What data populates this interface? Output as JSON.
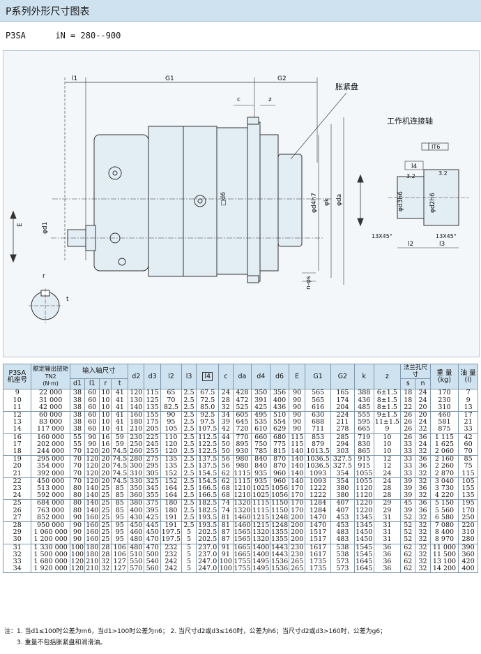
{
  "header": {
    "title": "P系列外形尺寸图表"
  },
  "series": {
    "model": "P3SA",
    "ratio": "iN = 280--900"
  },
  "drawing": {
    "dims": {
      "l1": "l1",
      "G1": "G1",
      "G2": "G2",
      "c": "c",
      "z": "z",
      "E": "E",
      "d1": "φd1",
      "d6": "□d6",
      "d4h7": "φd4h7",
      "k": "φk",
      "da": "φda",
      "ns": "n-φs",
      "r": "r",
      "t": "t"
    },
    "labels": {
      "disc": "胀紧盘",
      "shaft": "工作机连接轴"
    },
    "shaft": {
      "it6": "IT6",
      "l4": "l4",
      "r32a": "3.2",
      "r32b": "3.2",
      "d3h6": "φd3h6",
      "d2h6": "φd2h6",
      "ch1": "13X45°",
      "ch2": "13X45°",
      "l2": "l2",
      "l3": "l3"
    }
  },
  "table": {
    "headers": {
      "model": "P3SA",
      "model_sub": "机座号",
      "torque": "额定输出扭矩",
      "tn": "TN2",
      "tn_unit": "(N·m)",
      "input": "输入轴尺寸",
      "d1": "d1",
      "l1": "l1",
      "r": "r",
      "t": "t",
      "d2": "d2",
      "d3": "d3",
      "l2": "l2",
      "l3": "l3",
      "l4": "l4",
      "c": "c",
      "da": "da",
      "d4": "d4",
      "d6": "d6",
      "E": "E",
      "G1": "G1",
      "G2": "G2",
      "k": "k",
      "z": "z",
      "flange": "法兰孔尺寸",
      "s": "s",
      "n": "n",
      "weight": "重 量",
      "weight_unit": "(kg)",
      "oil": "油 量",
      "oil_unit": "(l)"
    },
    "groups": [
      {
        "rows": [
          [
            "9",
            "22 000",
            "38",
            "60",
            "10",
            "41",
            "120",
            "115",
            "65",
            "2.5",
            "67.5",
            "24",
            "428",
            "350",
            "356",
            "90",
            "565",
            "165",
            "388",
            "6±1.5",
            "18",
            "24",
            "170",
            "7"
          ],
          [
            "10",
            "31 000",
            "38",
            "60",
            "10",
            "41",
            "130",
            "125",
            "70",
            "2.5",
            "72.5",
            "28",
            "472",
            "391",
            "400",
            "90",
            "565",
            "174",
            "436",
            "8±1.5",
            "18",
            "24",
            "230",
            "9"
          ],
          [
            "11",
            "42 000",
            "38",
            "60",
            "10",
            "41",
            "140",
            "135",
            "82.5",
            "2.5",
            "85.0",
            "32",
            "525",
            "425",
            "436",
            "90",
            "616",
            "204",
            "485",
            "8±1.5",
            "22",
            "20",
            "310",
            "13"
          ]
        ]
      },
      {
        "rows": [
          [
            "12",
            "60 000",
            "38",
            "60",
            "10",
            "41",
            "160",
            "155",
            "90",
            "2.5",
            "92.5",
            "34",
            "605",
            "495",
            "510",
            "90",
            "630",
            "224",
            "555",
            "9±1.5",
            "26",
            "20",
            "460",
            "17"
          ],
          [
            "13",
            "83 000",
            "38",
            "60",
            "10",
            "41",
            "180",
            "175",
            "95",
            "2.5",
            "97.5",
            "39",
            "645",
            "535",
            "554",
            "90",
            "688",
            "211",
            "595",
            "11±1.5",
            "26",
            "24",
            "581",
            "21"
          ],
          [
            "14",
            "117 000",
            "38",
            "60",
            "10",
            "41",
            "210",
            "205",
            "105",
            "2.5",
            "107.5",
            "42",
            "720",
            "610",
            "629",
            "90",
            "711",
            "278",
            "665",
            "9",
            "26",
            "32",
            "875",
            "33"
          ]
        ]
      },
      {
        "rows": [
          [
            "16",
            "160 000",
            "55",
            "90",
            "16",
            "59",
            "230",
            "225",
            "110",
            "2.5",
            "112.5",
            "44",
            "770",
            "660",
            "680",
            "115",
            "853",
            "285",
            "719",
            "10",
            "26",
            "36",
            "1 115",
            "42"
          ],
          [
            "17",
            "202 000",
            "55",
            "90",
            "16",
            "59",
            "250",
            "245",
            "120",
            "2.5",
            "122.5",
            "50",
            "895",
            "750",
            "775",
            "115",
            "879",
            "294",
            "830",
            "10",
            "33",
            "24",
            "1 625",
            "60"
          ],
          [
            "18",
            "244 000",
            "70",
            "120",
            "20",
            "74.5",
            "260",
            "255",
            "120",
            "2.5",
            "122.5",
            "50",
            "930",
            "785",
            "815",
            "140",
            "1013.5",
            "303",
            "865",
            "10",
            "33",
            "32",
            "2 060",
            "70"
          ]
        ]
      },
      {
        "rows": [
          [
            "19",
            "295 000",
            "70",
            "120",
            "20",
            "74.5",
            "280",
            "275",
            "135",
            "2.5",
            "137.5",
            "56",
            "980",
            "840",
            "870",
            "140",
            "1036.5",
            "327.5",
            "915",
            "12",
            "33",
            "36",
            "2 160",
            "85"
          ],
          [
            "20",
            "354 000",
            "70",
            "120",
            "20",
            "74.5",
            "300",
            "295",
            "135",
            "2.5",
            "137.5",
            "56",
            "980",
            "840",
            "870",
            "140",
            "1036.5",
            "327.5",
            "915",
            "12",
            "33",
            "36",
            "2 260",
            "75"
          ],
          [
            "21",
            "392 000",
            "70",
            "120",
            "20",
            "74.5",
            "310",
            "305",
            "152",
            "2.5",
            "154.5",
            "62",
            "1115",
            "935",
            "960",
            "140",
            "1093",
            "354",
            "1055",
            "24",
            "33",
            "32",
            "2 870",
            "115"
          ]
        ]
      },
      {
        "rows": [
          [
            "22",
            "450 000",
            "70",
            "120",
            "20",
            "74.5",
            "330",
            "325",
            "152",
            "2.5",
            "154.5",
            "62",
            "1115",
            "935",
            "960",
            "140",
            "1093",
            "354",
            "1055",
            "24",
            "39",
            "32",
            "3 040",
            "105"
          ],
          [
            "23",
            "513 000",
            "80",
            "140",
            "25",
            "85",
            "350",
            "345",
            "164",
            "2.5",
            "166.5",
            "68",
            "1210",
            "1025",
            "1056",
            "170",
            "1222",
            "380",
            "1120",
            "28",
            "39",
            "36",
            "3 730",
            "155"
          ],
          [
            "24",
            "592 000",
            "80",
            "140",
            "25",
            "85",
            "360",
            "355",
            "164",
            "2.5",
            "166.5",
            "68",
            "1210",
            "1025",
            "1056",
            "170",
            "1222",
            "380",
            "1120",
            "28",
            "39",
            "32",
            "4 220",
            "135"
          ]
        ]
      },
      {
        "rows": [
          [
            "25",
            "684 000",
            "80",
            "140",
            "25",
            "85",
            "380",
            "375",
            "180",
            "2.5",
            "182.5",
            "74",
            "1320",
            "1115",
            "1150",
            "170",
            "1284",
            "407",
            "1220",
            "29",
            "45",
            "36",
            "5 150",
            "195"
          ],
          [
            "26",
            "763 000",
            "80",
            "140",
            "25",
            "85",
            "400",
            "395",
            "180",
            "2.5",
            "182.5",
            "74",
            "1320",
            "1115",
            "1150",
            "170",
            "1284",
            "407",
            "1220",
            "29",
            "39",
            "36",
            "5 560",
            "170"
          ],
          [
            "27",
            "852 000",
            "90",
            "160",
            "25",
            "95",
            "430",
            "425",
            "191",
            "2.5",
            "193.5",
            "81",
            "1460",
            "1215",
            "1248",
            "200",
            "1470",
            "453",
            "1345",
            "31",
            "52",
            "32",
            "6 580",
            "250"
          ]
        ]
      },
      {
        "rows": [
          [
            "28",
            "950 000",
            "90",
            "160",
            "25",
            "95",
            "450",
            "445",
            "191",
            "2.5",
            "193.5",
            "81",
            "1460",
            "1215",
            "1248",
            "200",
            "1470",
            "453",
            "1345",
            "31",
            "52",
            "32",
            "7 080",
            "220"
          ],
          [
            "29",
            "1 060 000",
            "90",
            "160",
            "25",
            "95",
            "460",
            "450",
            "197.5",
            "5",
            "202.5",
            "87",
            "1565",
            "1320",
            "1355",
            "200",
            "1517",
            "483",
            "1450",
            "31",
            "52",
            "32",
            "8 400",
            "310"
          ],
          [
            "30",
            "1 200 000",
            "90",
            "160",
            "25",
            "95",
            "480",
            "470",
            "197.5",
            "5",
            "202.5",
            "87",
            "1565",
            "1320",
            "1355",
            "200",
            "1517",
            "483",
            "1450",
            "31",
            "52",
            "32",
            "8 970",
            "280"
          ]
        ]
      },
      {
        "rows": [
          [
            "31",
            "1 330 000",
            "100",
            "180",
            "28",
            "106",
            "480",
            "470",
            "232",
            "5",
            "237.0",
            "91",
            "1665",
            "1400",
            "1443",
            "230",
            "1617",
            "538",
            "1545",
            "36",
            "62",
            "32",
            "11 000",
            "390"
          ],
          [
            "32",
            "1 500 000",
            "100",
            "180",
            "28",
            "106",
            "510",
            "500",
            "232",
            "5",
            "237.0",
            "91",
            "1665",
            "1400",
            "1443",
            "230",
            "1617",
            "538",
            "1545",
            "36",
            "62",
            "32",
            "11 500",
            "360"
          ],
          [
            "33",
            "1 680 000",
            "120",
            "210",
            "32",
            "127",
            "550",
            "540",
            "242",
            "5",
            "247.0",
            "100",
            "1755",
            "1495",
            "1536",
            "265",
            "1735",
            "573",
            "1645",
            "36",
            "62",
            "32",
            "13 100",
            "420"
          ],
          [
            "34",
            "1 920 000",
            "120",
            "210",
            "32",
            "127",
            "570",
            "560",
            "242",
            "5",
            "247.0",
            "100",
            "1755",
            "1495",
            "1536",
            "265",
            "1735",
            "573",
            "1645",
            "36",
            "62",
            "32",
            "14 200",
            "400"
          ]
        ]
      }
    ]
  },
  "notes": {
    "line1": "注：1. 当d1≤100时公差为m6，当d1>100时公差为n6；  2. 当尺寸d2或d3≤160时，公差为h6；当尺寸d2或d3>160时，公差为g6；",
    "line2": "3. 重量不包括胀紧盘和润滑油。"
  }
}
